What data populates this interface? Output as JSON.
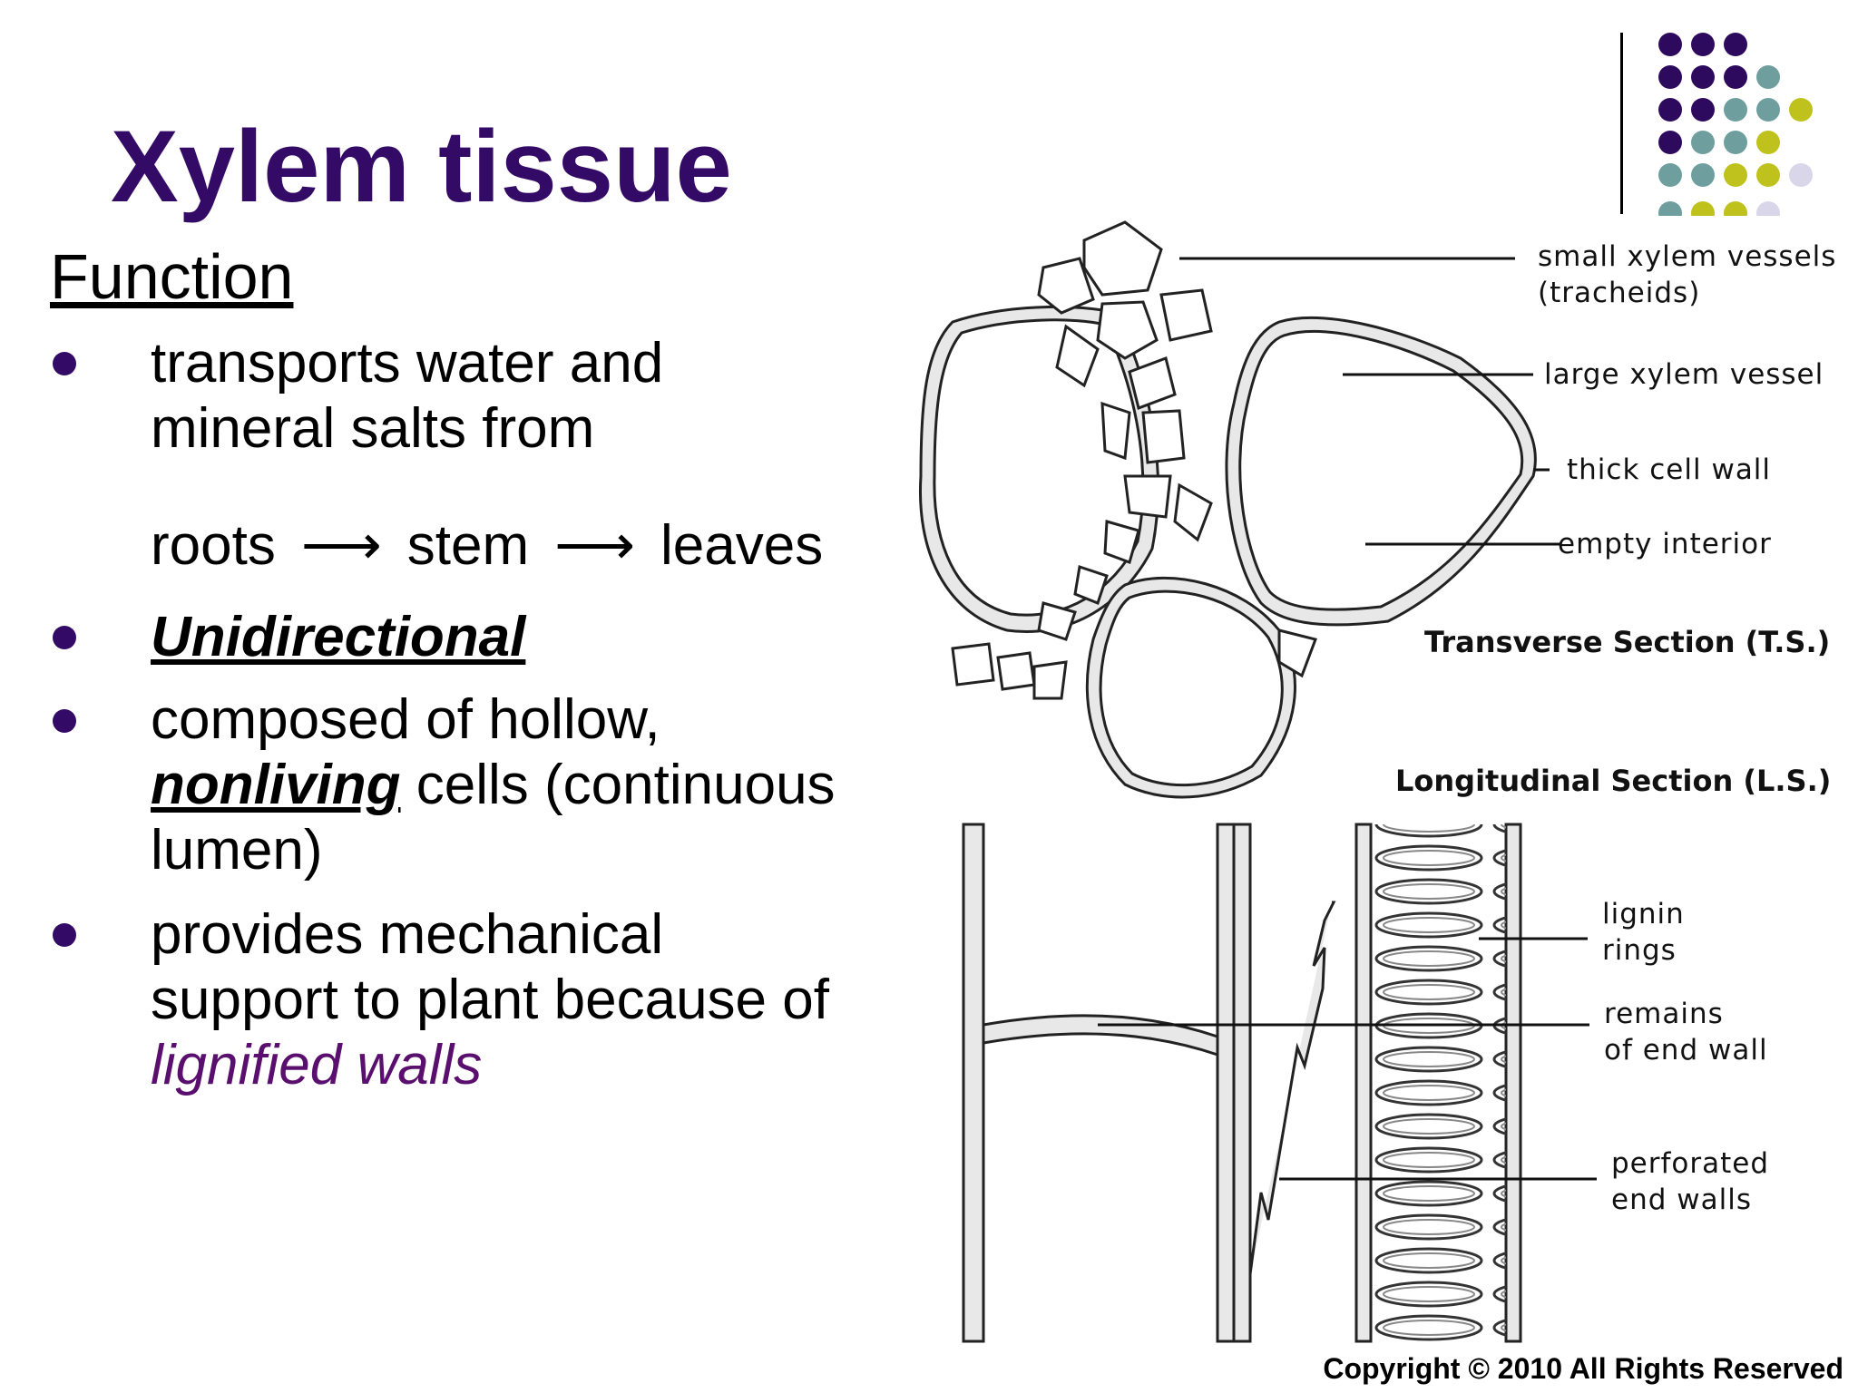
{
  "slide": {
    "title": "Xylem tissue",
    "heading": "Function",
    "bullet1": {
      "line1": "transports water and",
      "line2": "mineral salts from",
      "flow": [
        "roots",
        "stem",
        "leaves"
      ],
      "arrow": "⟶"
    },
    "bullet2": {
      "text": "Unidirectional"
    },
    "bullet3": {
      "line1": "composed of hollow,",
      "emph": "nonliving",
      "rest": " cells (continuous",
      "line3": "lumen)"
    },
    "bullet4": {
      "line1": "provides mechanical",
      "line2": "support to plant because of",
      "line3": "lignified walls"
    },
    "copyright": "Copyright © 2010 All Rights Reserved"
  },
  "diagram": {
    "ts_labels": {
      "small_vessels_1": "small xylem vessels",
      "small_vessels_2": "(tracheids)",
      "large_vessel": "large xylem vessel",
      "thick_wall": "thick cell wall",
      "empty_interior": "empty interior"
    },
    "ts_caption": "Transverse Section (T.S.)",
    "ls_caption": "Longitudinal Section (L.S.)",
    "ls_labels": {
      "lignin_1": "lignin",
      "lignin_2": "rings",
      "remains_1": "remains",
      "remains_2": "of end wall",
      "perforated_1": "perforated",
      "perforated_2": "end walls"
    }
  },
  "colors": {
    "title_purple": "#330a66",
    "dark_purple": "#2e0a5e",
    "teal": "#6f9e9e",
    "olive": "#bfc21d",
    "lavender": "#d9d6ea",
    "italic_purple": "#5a0f6e"
  }
}
